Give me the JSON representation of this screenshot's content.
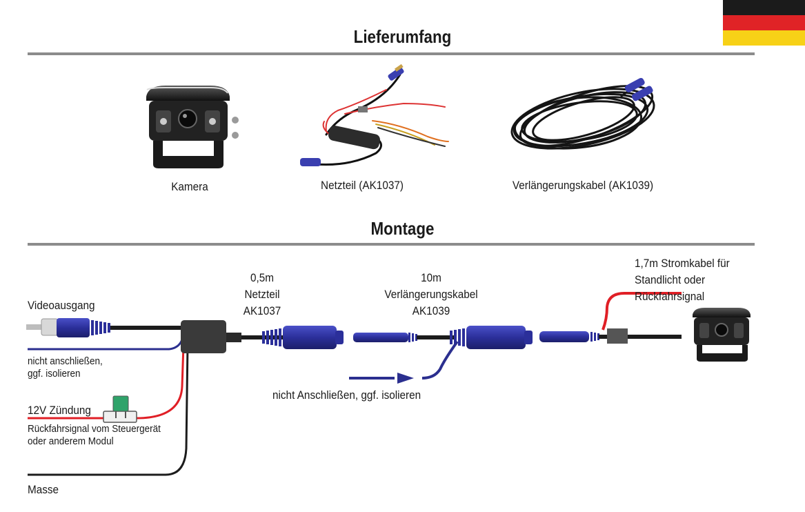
{
  "flag": {
    "colors": [
      "#1b1b1b",
      "#e02326",
      "#f7d117"
    ]
  },
  "scope": {
    "title": "Lieferumfang",
    "items": [
      {
        "label": "Kamera"
      },
      {
        "label": "Netzteil (AK1037)"
      },
      {
        "label": "Verlängerungskabel (AK1039)"
      }
    ]
  },
  "mounting": {
    "title": "Montage",
    "video_out": "Videoausgang",
    "no_connect_1": "nicht anschließen,",
    "no_connect_2": "ggf. isolieren",
    "ignition": "12V Zündung",
    "reverse_1": "Rückfahrsignal vom Steuergerät",
    "reverse_2": "oder anderem Modul",
    "ground": "Masse",
    "psu_1": "0,5m",
    "psu_2": "Netzteil",
    "psu_3": "AK1037",
    "ext_1": "10m",
    "ext_2": "Verlängerungskabel",
    "ext_3": "AK1039",
    "no_connect_mid": "nicht Anschließen, ggf. isolieren",
    "power_1": "1,7m Stromkabel für",
    "power_2": "Standlicht oder",
    "power_3": "Rückfahrsignal"
  },
  "colors": {
    "blue": "#2b2f8f",
    "red": "#e01f26",
    "black": "#1c1c1c",
    "rule": "#8c8c8c"
  }
}
